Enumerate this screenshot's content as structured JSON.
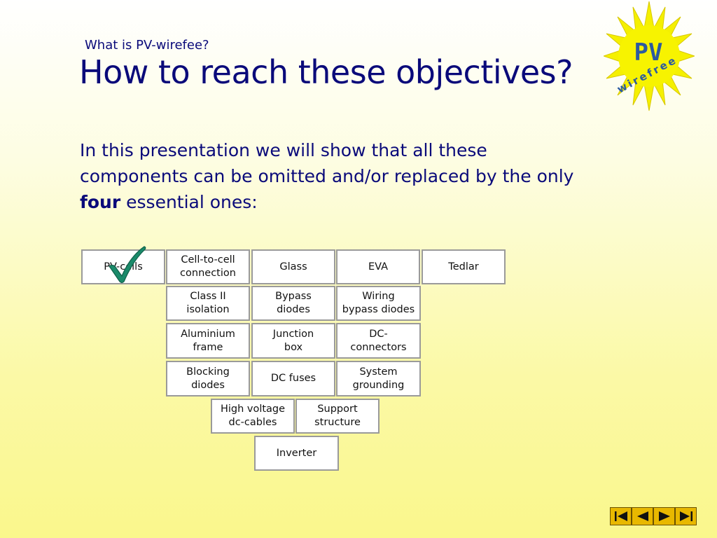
{
  "slide": {
    "subtitle": "What is PV-wirefee?",
    "title": "How to reach these objectives?",
    "body_line1": "In this presentation we will show that all these",
    "body_line2": "components can be omitted and/or replaced by the only",
    "body_bold": "four",
    "body_line3_rest": " essential ones:"
  },
  "logo": {
    "text_top": "PV",
    "text_bottom": "wirefree",
    "sun_color": "#f5f000",
    "text_color": "#2c5aa0"
  },
  "components": {
    "pv_cells": "PV-cells",
    "cell_to_cell": "Cell-to-cell\nconnection",
    "glass": "Glass",
    "eva": "EVA",
    "tedlar": "Tedlar",
    "class_ii": "Class II\nisolation",
    "bypass_diodes": "Bypass\ndiodes",
    "wiring_bypass": "Wiring\nbypass diodes",
    "aluminium_frame": "Aluminium\nframe",
    "junction_box": "Junction\nbox",
    "dc_connectors": "DC-\nconnectors",
    "blocking_diodes": "Blocking\ndiodes",
    "dc_fuses": "DC fuses",
    "system_grounding": "System\ngrounding",
    "hv_cables": "High voltage\ndc-cables",
    "support_structure": "Support\nstructure",
    "inverter": "Inverter"
  },
  "checkmark_color": "#1a8a6a",
  "nav": {
    "icons": [
      "first-slide-icon",
      "previous-slide-icon",
      "next-slide-icon",
      "last-slide-icon"
    ],
    "color": "#e8b800"
  }
}
